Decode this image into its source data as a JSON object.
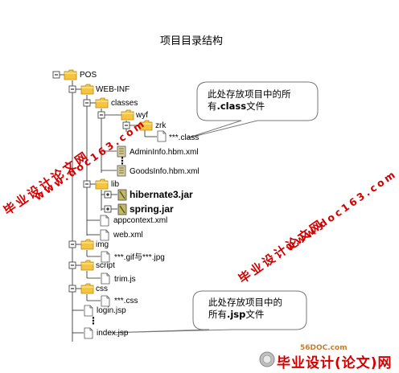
{
  "title": "项目目录结构",
  "tree": {
    "pos": "POS",
    "webinf": "WEB-INF",
    "classes": "classes",
    "wyf": "wyf",
    "zrk": "zrk",
    "class_file": "***.class",
    "admininfo": "AdminInfo.hbm.xml",
    "ellipsis1": "⋮",
    "goodsinfo": "GoodsInfo.hbm.xml",
    "lib": "lib",
    "hibernate": "hibernate3.jar",
    "spring": "spring.jar",
    "appcontext": "appcontext.xml",
    "webxml": "web.xml",
    "img": "img",
    "gif": "***.gif与***.jpg",
    "script": "script",
    "trim": "trim.js",
    "css": "css",
    "cssfile": "***.css",
    "login": "login.jsp",
    "ellipsis2": "⋮",
    "index": "index.jsp"
  },
  "callout1": {
    "line1": "此处存放项目中的所",
    "line2_pre": "有",
    "line2_bold": ".class",
    "line2_post": "文件"
  },
  "callout2": {
    "line1": "此处存放项目中的",
    "line2_pre": "所有",
    "line2_bold": ".jsp",
    "line2_post": "文件"
  },
  "watermark1": "毕业设计论文网",
  "watermark1_url": "www.doc163.com",
  "watermark2": "毕业设计论文网",
  "watermark2_url": "www.doc163.com",
  "footer": {
    "site": "56DOC.com",
    "text": "毕业设计(论文)网"
  },
  "colors": {
    "watermark": "#d40000",
    "folder": "#f2c94c",
    "line": "#222222"
  }
}
